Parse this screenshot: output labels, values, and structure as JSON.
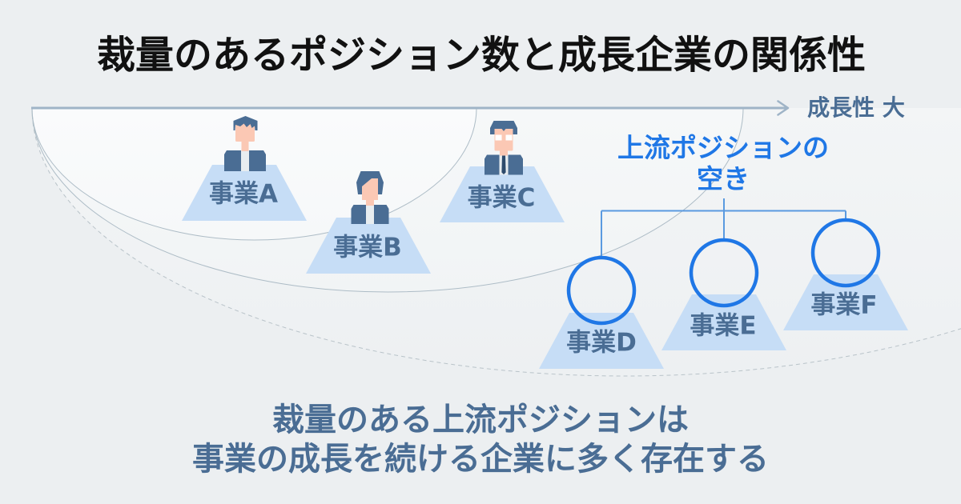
{
  "title": "裁量のあるポジション数と成長企業の関係性",
  "growth_axis": {
    "label": "成長性 大",
    "icon": "arrow-right-icon"
  },
  "vacancy_callout": {
    "lines": [
      "上流ポジションの",
      "空き"
    ]
  },
  "businesses": [
    {
      "label": "事業A",
      "upstream_position": "filled",
      "icon": "person-icon"
    },
    {
      "label": "事業B",
      "upstream_position": "filled",
      "icon": "person-icon"
    },
    {
      "label": "事業C",
      "upstream_position": "filled",
      "icon": "person-with-glasses-icon"
    },
    {
      "label": "事業D",
      "upstream_position": "vacant",
      "icon": "empty-circle-icon"
    },
    {
      "label": "事業E",
      "upstream_position": "vacant",
      "icon": "empty-circle-icon"
    },
    {
      "label": "事業F",
      "upstream_position": "vacant",
      "icon": "empty-circle-icon"
    }
  ],
  "conclusion": {
    "lines": [
      "裁量のある上流ポジションは",
      "事業の成長を続ける企業に多く存在する"
    ]
  },
  "colors": {
    "background": "#eceff1",
    "title": "#111111",
    "text": "#4a6d94",
    "accent": "#1f77e6",
    "connector": "#5a9ae0",
    "desk": "#c6ddf6",
    "axis": "#9fb4c7",
    "figure": "#4a6d94",
    "skin": "#fbc8b4"
  }
}
